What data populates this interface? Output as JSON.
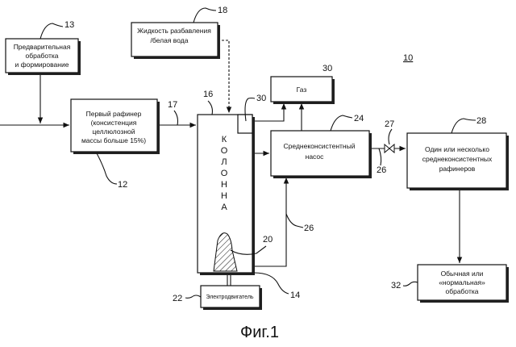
{
  "figure_title": "Фиг.1",
  "system_ref": "10",
  "boxes": {
    "pretreatment": {
      "ref": "13",
      "lines": [
        "Предварительная",
        "обработка",
        "и формирование"
      ]
    },
    "dilution": {
      "ref": "18",
      "lines": [
        "Жидкость разбавления",
        "/белая вода"
      ]
    },
    "first_refiner": {
      "ref": "12",
      "lines": [
        "Первый рафинер",
        "(консистенция",
        "целлюлозной",
        "массы больше 15%)"
      ]
    },
    "column": {
      "ref": "16",
      "letters": [
        "К",
        "О",
        "Л",
        "О",
        "Н",
        "Н",
        "А"
      ]
    },
    "gas": {
      "ref": "30",
      "label": "Газ"
    },
    "pump": {
      "ref": "24",
      "lines": [
        "Среднеконсистентный",
        "насос"
      ]
    },
    "mc_refiners": {
      "ref": "28",
      "lines": [
        "Один или несколько",
        "среднеконсистентных",
        "рафинеров"
      ]
    },
    "normal_processing": {
      "ref": "32",
      "lines": [
        "Обычная или",
        "«нормальная»",
        "обработка"
      ]
    },
    "motor": {
      "ref": "22",
      "label": "Электродвигатель"
    }
  },
  "refs": {
    "line17": "17",
    "sensor": "30",
    "rotor": "20",
    "column_bottom": "14",
    "line26_top": "26",
    "line26_bottom": "26",
    "valve": "27"
  }
}
